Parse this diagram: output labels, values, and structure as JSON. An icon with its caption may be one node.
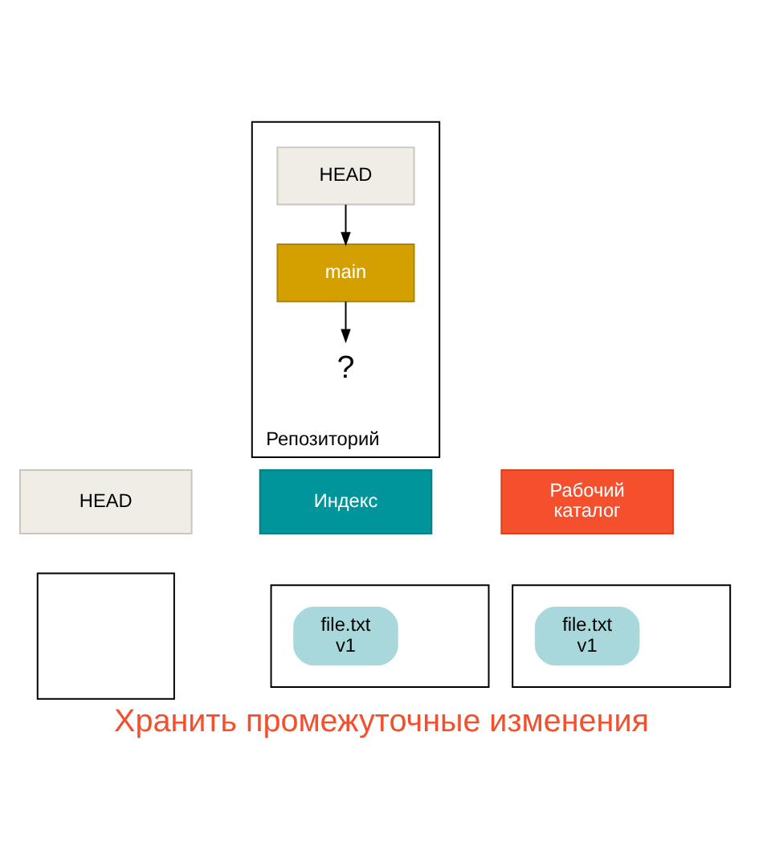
{
  "diagram": {
    "caption": "Хранить промежуточные изменения",
    "nodes": [
      {
        "text": [
          "Репозиторий"
        ]
      },
      {
        "text": [
          "HEAD"
        ],
        "in": 0
      },
      {
        "text": [
          "main"
        ],
        "in": 0
      },
      {
        "text": [
          "?"
        ],
        "in": 0
      },
      {
        "text": [
          "HEAD"
        ]
      },
      {
        "text": [],
        "shape": "box"
      },
      {
        "text": [
          "Индекс"
        ]
      },
      {
        "text": [],
        "shape": "box"
      },
      {
        "text": [
          "file.txt v1"
        ],
        "in": 7
      },
      {
        "text": [
          "Рабочий каталог"
        ]
      },
      {
        "text": [],
        "shape": "box"
      },
      {
        "text": [
          "file.txt v1"
        ],
        "in": 10
      }
    ],
    "edges": [
      {
        "from": 1,
        "to": 2,
        "arrow": "to"
      },
      {
        "from": 2,
        "to": 3,
        "arrow": "to"
      }
    ]
  }
}
